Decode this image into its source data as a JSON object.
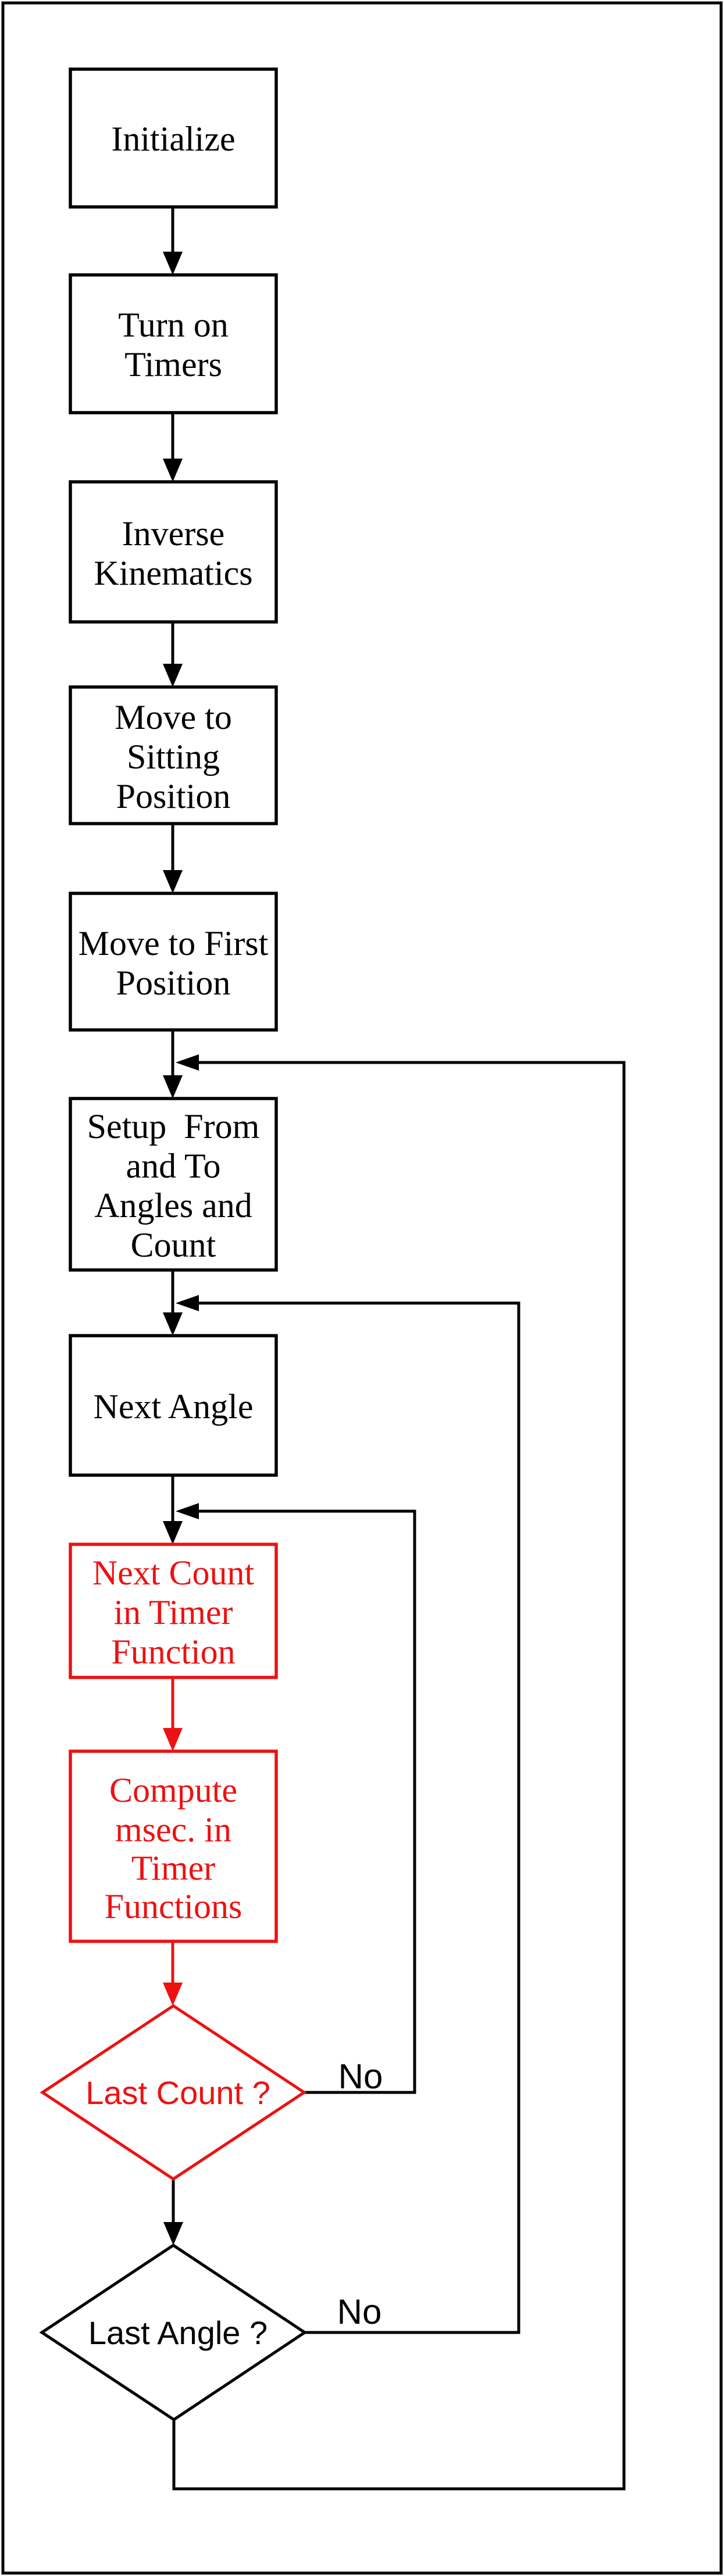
{
  "figure": {
    "title": "robot-motion-control-flowchart",
    "background": "#ffffff",
    "colors": {
      "red": "#ee1111",
      "black": "#000000",
      "node_fill": "#ffffff"
    },
    "nodes": [
      {
        "id": "initialize",
        "shape": "process",
        "color": "black",
        "lines": [
          "Initialize"
        ]
      },
      {
        "id": "turn-on-timers",
        "shape": "process",
        "color": "black",
        "lines": [
          "Turn on",
          "Timers"
        ]
      },
      {
        "id": "inverse-kinematics",
        "shape": "process",
        "color": "black",
        "lines": [
          "Inverse",
          "Kinematics"
        ]
      },
      {
        "id": "move-to-sitting-position",
        "shape": "process",
        "color": "black",
        "lines": [
          "Move to",
          "Sitting",
          "Position"
        ]
      },
      {
        "id": "move-to-first-position",
        "shape": "process",
        "color": "black",
        "lines": [
          "Move to First",
          "Position"
        ]
      },
      {
        "id": "setup-from-and-to-angles-and-count",
        "shape": "process",
        "color": "black",
        "lines": [
          "Setup  From",
          "and To",
          "Angles and",
          "Count"
        ]
      },
      {
        "id": "next-angle",
        "shape": "process",
        "color": "black",
        "lines": [
          "Next Angle"
        ]
      },
      {
        "id": "next-count-in-timer-function",
        "shape": "process",
        "color": "red",
        "lines": [
          "Next Count",
          "in Timer",
          "Function"
        ]
      },
      {
        "id": "compute-msec-in-timer-functions",
        "shape": "process",
        "color": "red",
        "lines": [
          "Compute",
          "msec. in",
          "Timer",
          "Functions"
        ]
      },
      {
        "id": "last-count",
        "shape": "decision",
        "color": "red",
        "lines": [
          "Last Count ?"
        ]
      },
      {
        "id": "last-angle",
        "shape": "decision",
        "color": "black",
        "lines": [
          "Last Angle ?"
        ]
      }
    ],
    "edge_labels": [
      {
        "id": "no-last-count",
        "text": "No"
      },
      {
        "id": "no-last-angle",
        "text": "No"
      }
    ]
  }
}
